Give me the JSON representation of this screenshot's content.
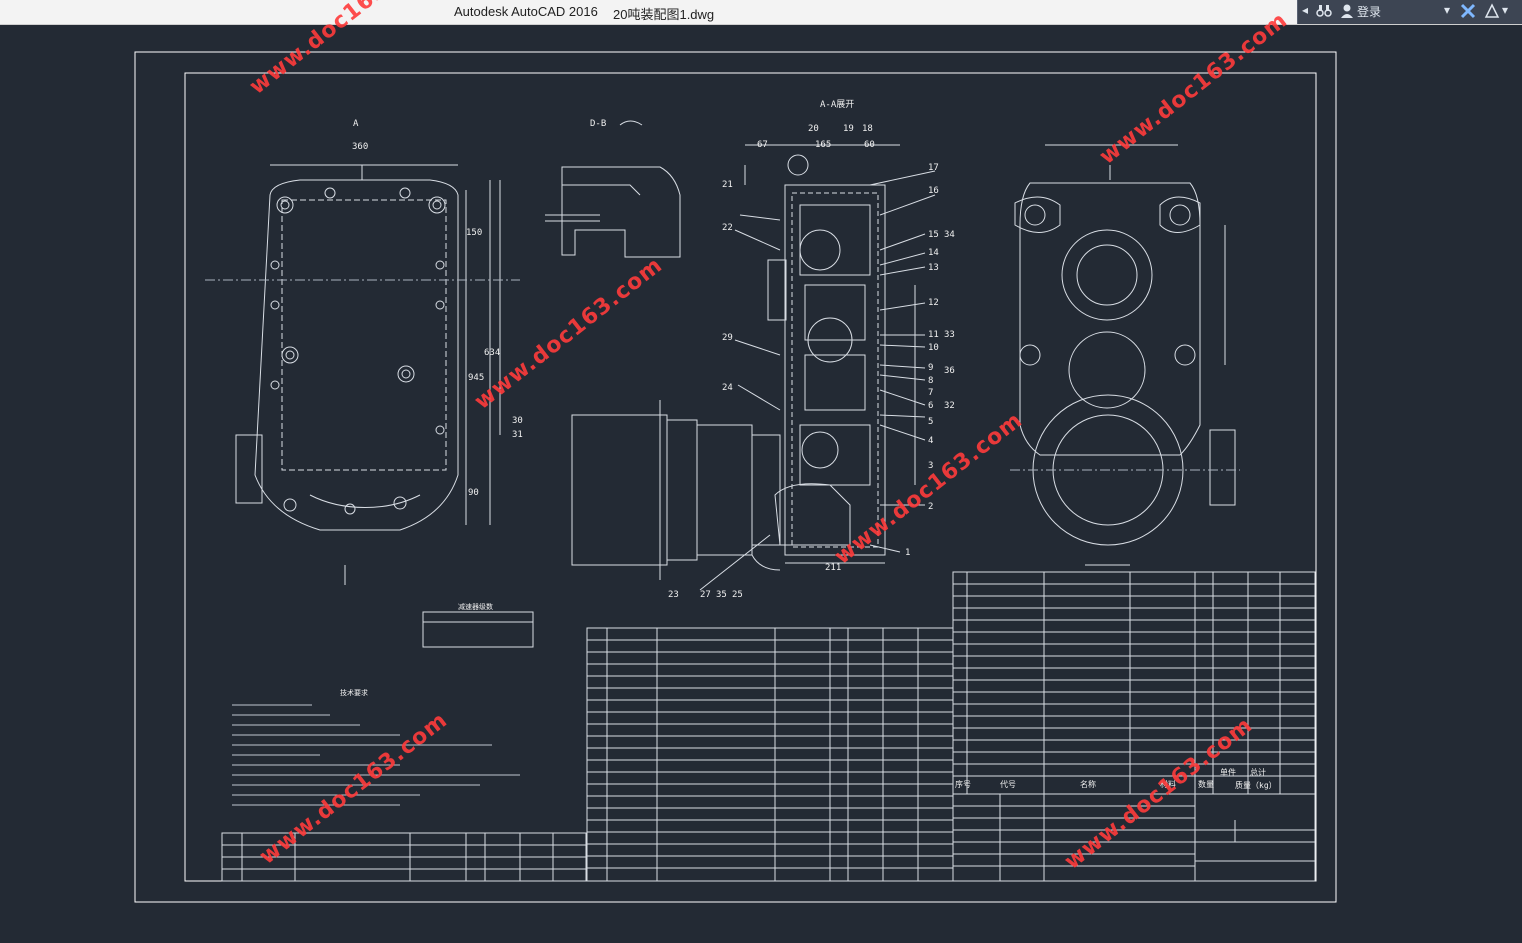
{
  "window": {
    "app_title": "Autodesk AutoCAD 2016",
    "file_title": "20吨装配图1.dwg",
    "login_label": "登录"
  },
  "icons": [
    "arrow-left-icon",
    "binoculars-icon",
    "user-icon",
    "dropdown-icon",
    "exchange-icon",
    "help-icon"
  ],
  "drawing": {
    "views": {
      "section_title": "A-A展开",
      "view_label_a": "A",
      "view_label_db": "D-B",
      "dim_top_left": "360",
      "dims_section": [
        "67",
        "20",
        "165",
        "19",
        "18",
        "60",
        "211"
      ],
      "side_dims": [
        "150",
        "945",
        "634",
        "90"
      ]
    },
    "balloons": [
      "17",
      "16",
      "15",
      "34",
      "14",
      "13",
      "12",
      "11",
      "33",
      "10",
      "9",
      "36",
      "8",
      "7",
      "6",
      "32",
      "5",
      "4",
      "3",
      "2",
      "1",
      "21",
      "22",
      "29",
      "24",
      "23",
      "27",
      "35",
      "25",
      "30",
      "31"
    ],
    "tech_req_title": "技术要求",
    "legend_title": "减速器级数",
    "table_header": {
      "seq": "序号",
      "code": "代号",
      "name": "名称",
      "material": "材料",
      "qty": "数量",
      "single": "单件",
      "total": "总计",
      "weight": "质量（kg）"
    },
    "watermark": "www.doc163.com"
  }
}
